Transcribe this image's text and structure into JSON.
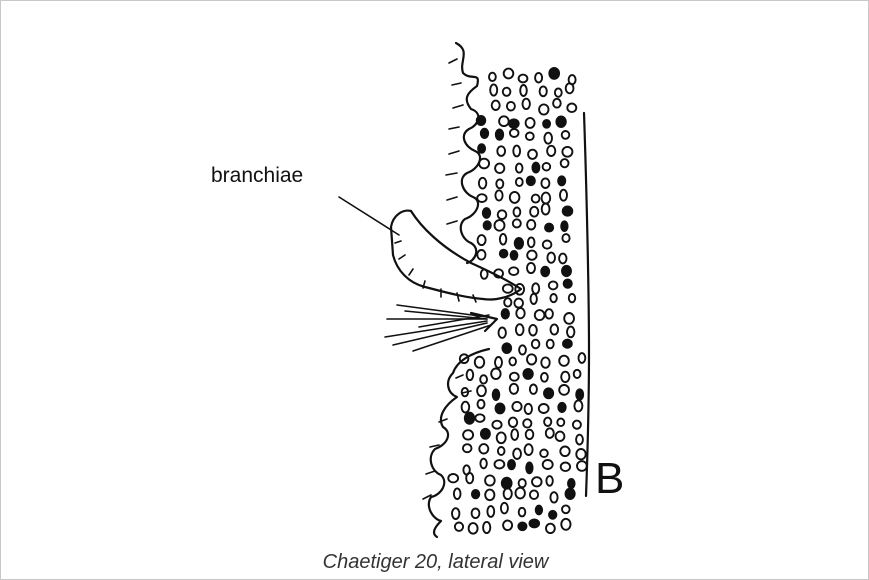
{
  "figure": {
    "label_branchiae": "branchiae",
    "panel_letter": "B"
  },
  "caption": "Chaetiger 20, lateral view",
  "colors": {
    "ink": "#111111",
    "border": "#c8c8c8",
    "caption": "#333333"
  }
}
